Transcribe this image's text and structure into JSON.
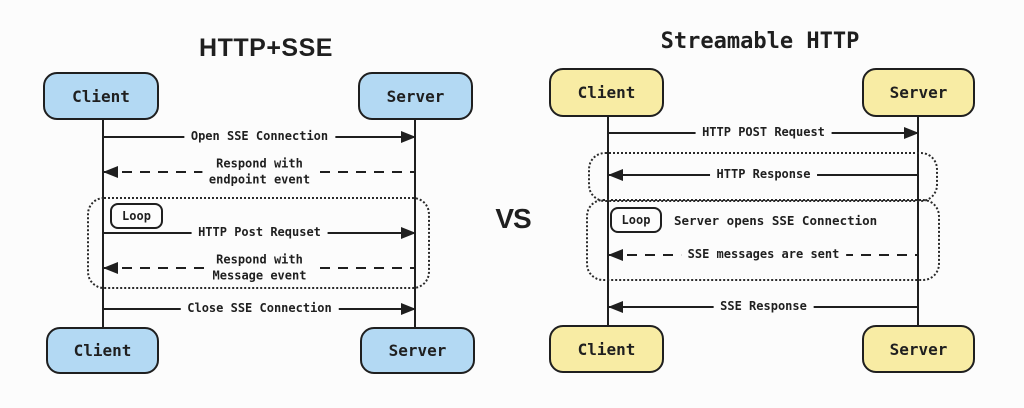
{
  "vs": "VS",
  "colors": {
    "left_accent": "#b3d9f3",
    "right_accent": "#f8eca4",
    "line": "#1f1f1f",
    "background": "#fcfcfc"
  },
  "left": {
    "title": "HTTP+SSE",
    "top_client": "Client",
    "top_server": "Server",
    "bottom_client": "Client",
    "bottom_server": "Server",
    "loop": "Loop",
    "arrows": [
      {
        "label": "Open SSE Connection",
        "style": "solid",
        "direction": "right"
      },
      {
        "label": "Respond with",
        "label2": "endpoint event",
        "style": "dashed",
        "direction": "left"
      },
      {
        "label": "HTTP Post Requset",
        "style": "solid",
        "direction": "right"
      },
      {
        "label": "Respond with",
        "label2": "Message event",
        "style": "dashed",
        "direction": "left"
      },
      {
        "label": "Close SSE Connection",
        "style": "solid",
        "direction": "right"
      }
    ]
  },
  "right": {
    "title": "Streamable HTTP",
    "top_client": "Client",
    "top_server": "Server",
    "bottom_client": "Client",
    "bottom_server": "Server",
    "loop": "Loop",
    "loop_title": "Server opens SSE Connection",
    "arrows": [
      {
        "label": "HTTP POST Request",
        "style": "solid",
        "direction": "right"
      },
      {
        "label": "HTTP Response",
        "style": "solid",
        "direction": "left"
      },
      {
        "label": "SSE messages are sent",
        "style": "dashed",
        "direction": "left"
      },
      {
        "label": "SSE Response",
        "style": "solid",
        "direction": "left"
      }
    ]
  }
}
